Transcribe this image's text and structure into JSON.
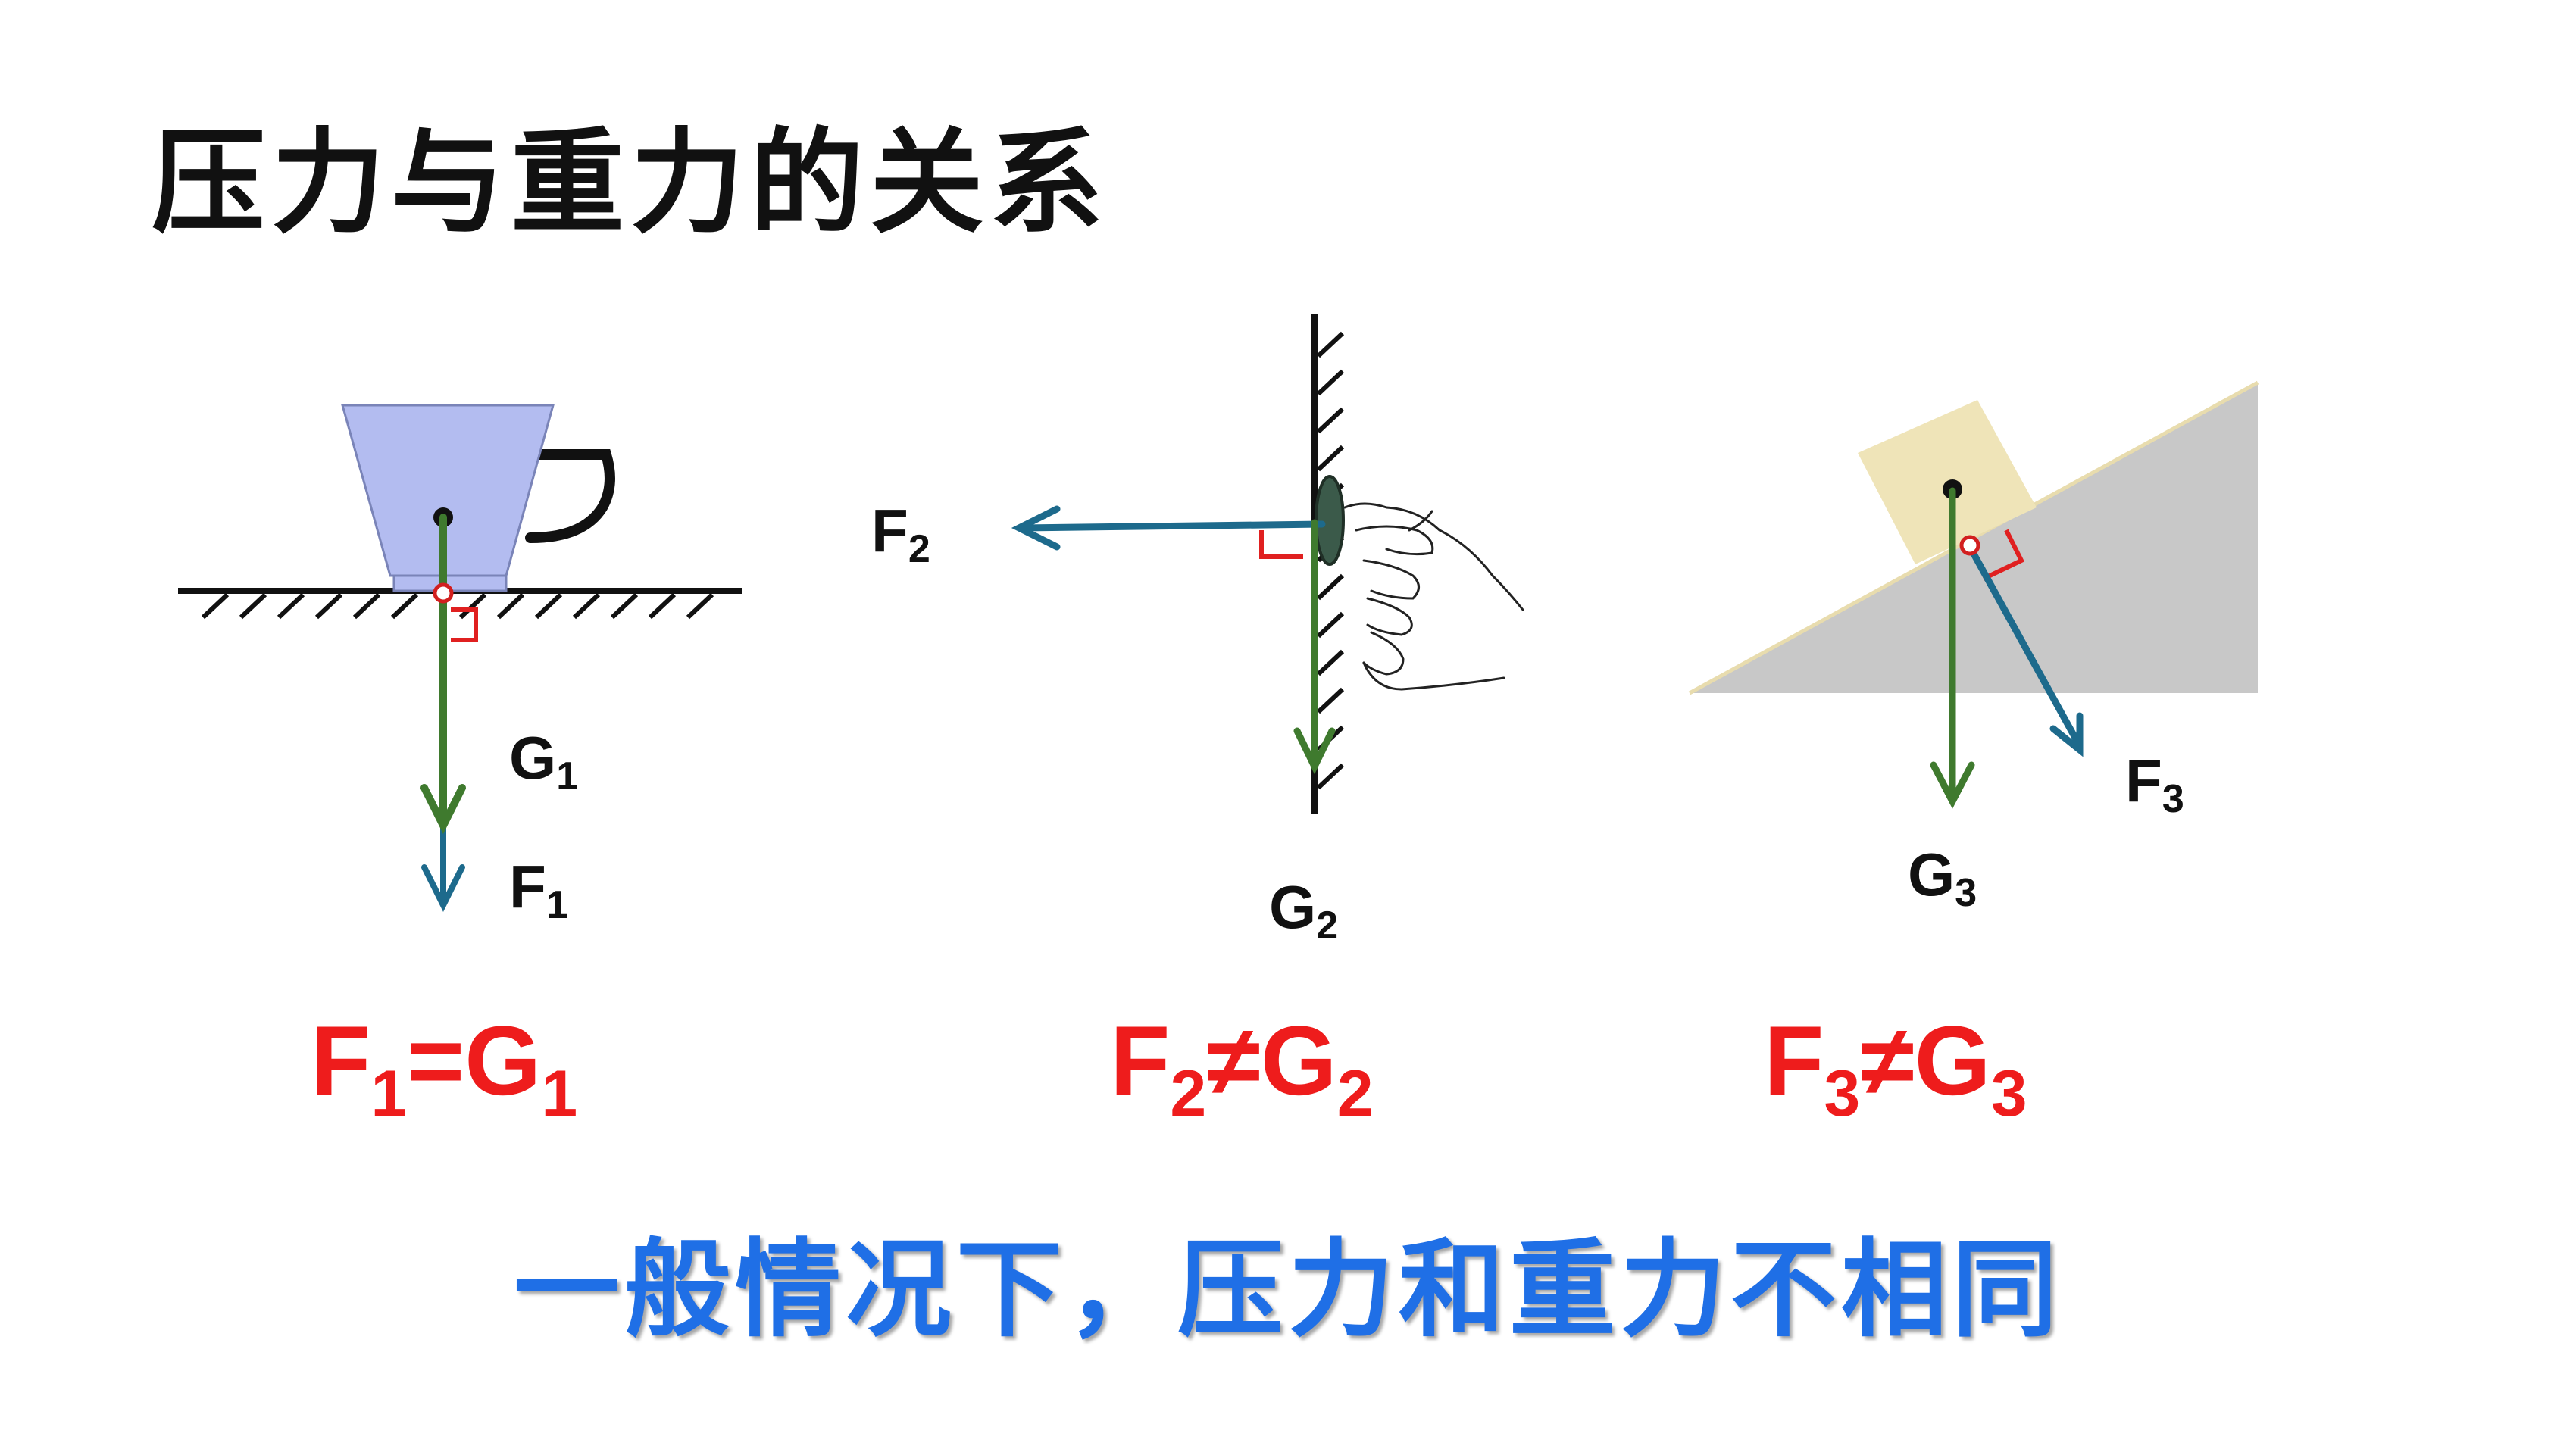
{
  "title": "压力与重力的关系",
  "labels": {
    "g1": "G",
    "g1_sub": "1",
    "f1": "F",
    "f1_sub": "1",
    "f2": "F",
    "f2_sub": "2",
    "g2": "G",
    "g2_sub": "2",
    "f3": "F",
    "f3_sub": "3",
    "g3": "G",
    "g3_sub": "3"
  },
  "equations": {
    "eq1": {
      "lhs": "F",
      "lhs_sub": "1",
      "op": "=",
      "rhs": "G",
      "rhs_sub": "1"
    },
    "eq2": {
      "lhs": "F",
      "lhs_sub": "2",
      "op": "≠",
      "rhs": "G",
      "rhs_sub": "2"
    },
    "eq3": {
      "lhs": "F",
      "lhs_sub": "3",
      "op": "≠",
      "rhs": "G",
      "rhs_sub": "3"
    }
  },
  "conclusion": "一般情况下，压力和重力不相同",
  "colors": {
    "gravity": "#3f7a2e",
    "pressure": "#1d6a8c",
    "equation": "#ee1c1c",
    "conclusion": "#1f6fe6",
    "cup": "#b3bcf0",
    "block": "#efe4b8",
    "slope": "#c8c8c8",
    "right_angle": "#e02020"
  },
  "icons": [
    "cup-icon",
    "hand-icon",
    "incline-icon",
    "block-icon"
  ]
}
